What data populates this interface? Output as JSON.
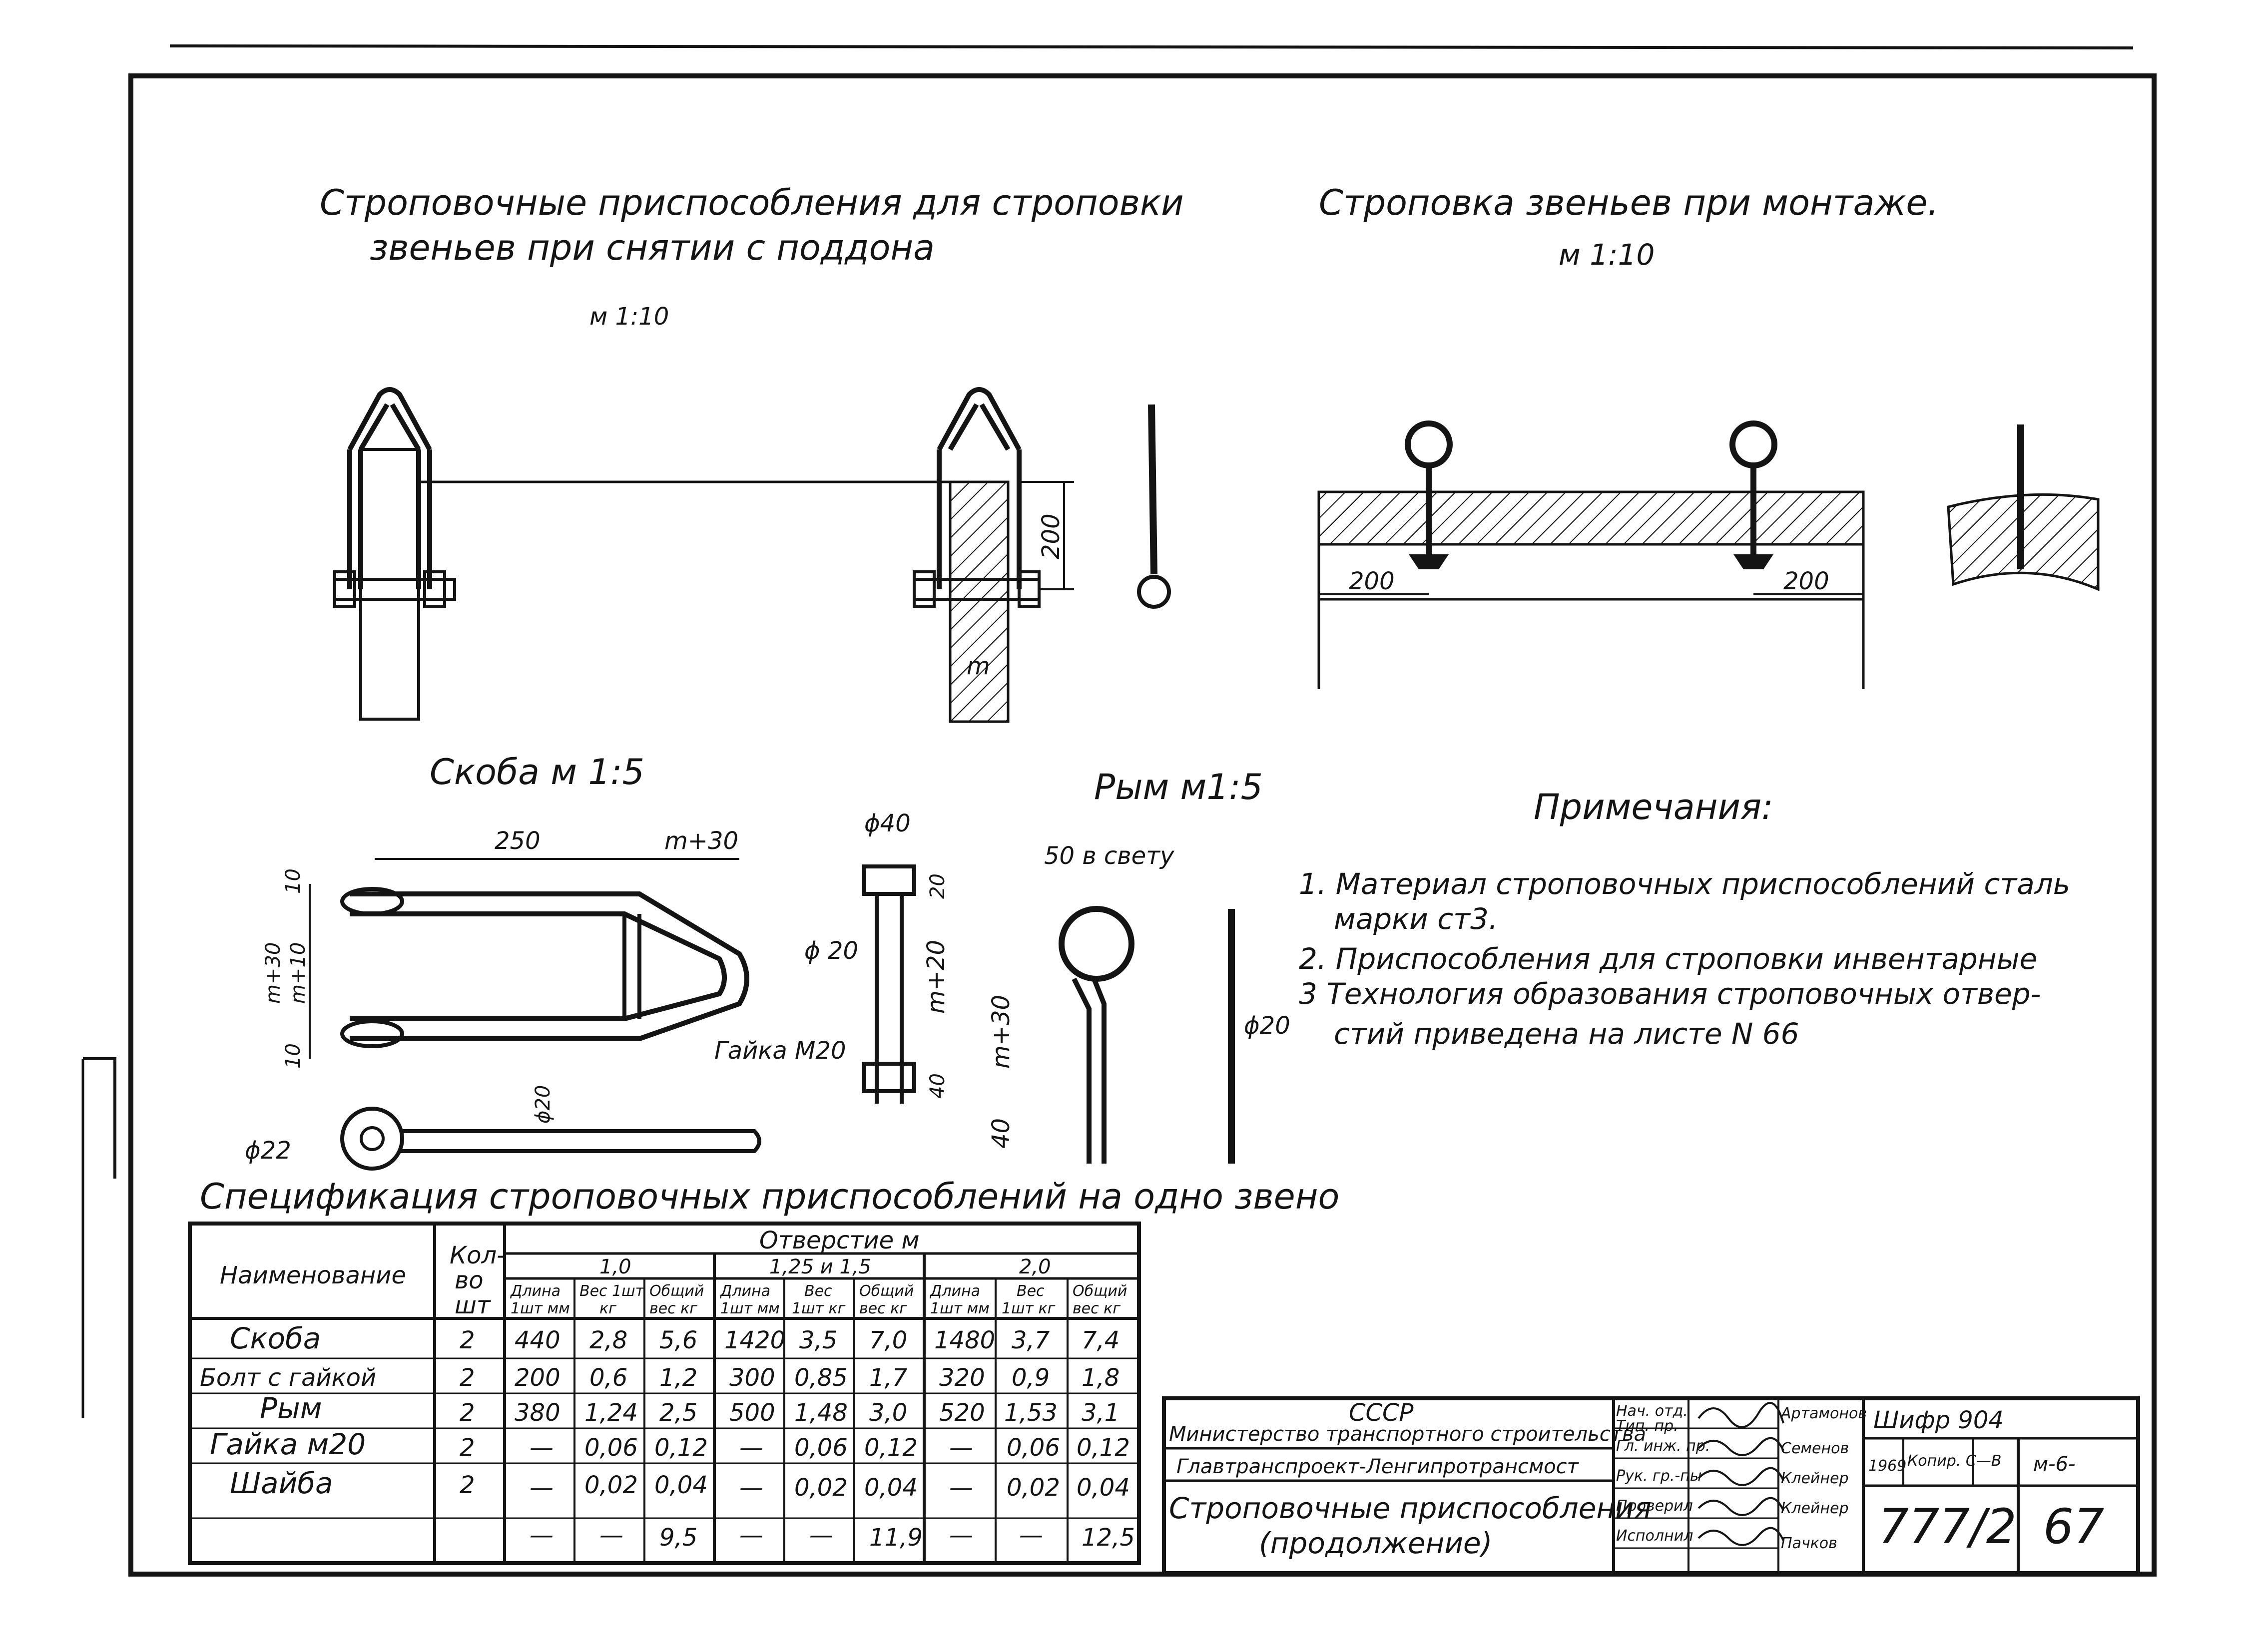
{
  "titles": {
    "left_line1": "Строповочные приспособления для строповки",
    "left_line2": "звеньев при снятии с поддона",
    "left_scale": "м 1:10",
    "right_line1": "Строповка звеньев при монтаже.",
    "right_scale": "м 1:10"
  },
  "views": {
    "left_dim": "200",
    "left_m": "m",
    "right_dim_left": "200",
    "right_dim_right": "200"
  },
  "skoba": {
    "title": "Скоба м 1:5",
    "dim_250": "250",
    "dim_m30_top": "m+30",
    "dim_10_top": "10",
    "dim_m30_side": "m+30",
    "dim_m10_side": "m+10",
    "dim_10_bottom": "10",
    "dim_phi20": "ϕ20",
    "dim_phi22": "ϕ22"
  },
  "bolt": {
    "dim_phi40": "ϕ40",
    "dim_20_top": "20",
    "dim_phi20": "ϕ 20",
    "dim_m20": "m+20",
    "nut_label": "Гайка М20",
    "dim_40": "40"
  },
  "rym": {
    "title": "Рым м1:5",
    "clear_label": "50 в свету",
    "dim_m30": "m+30",
    "dim_40": "40",
    "dim_phi20": "ϕ20"
  },
  "notes": {
    "heading": "Примечания:",
    "items": [
      "1. Материал строповочных приспособлений сталь",
      "марки ст3.",
      "2. Приспособления для строповки инвентарные",
      "3 Технология образования строповочных отвер-",
      "стий приведена на листе N 66"
    ]
  },
  "spec": {
    "title": "Спецификация строповочных приспособлений на одно звено",
    "col_name": "Наименование",
    "col_qty": [
      "Кол-",
      "во",
      "шт"
    ],
    "group_header": "Отверстие м",
    "groups": [
      "1,0",
      "1,25 и 1,5",
      "2,0"
    ],
    "sub_headers": [
      [
        "Длина",
        "1шт мм"
      ],
      [
        "Вес 1шт",
        "кг"
      ],
      [
        "Общий",
        "вес кг"
      ],
      [
        "Длина",
        "1шт мм"
      ],
      [
        "Вес",
        "1шт кг"
      ],
      [
        "Общий",
        "вес кг"
      ],
      [
        "Длина",
        "1шт мм"
      ],
      [
        "Вес",
        "1шт кг"
      ],
      [
        "Общий",
        "вес кг"
      ]
    ],
    "rows": [
      {
        "name": "Скоба",
        "qty": "2",
        "v": [
          "440",
          "2,8",
          "5,6",
          "1420",
          "3,5",
          "7,0",
          "1480",
          "3,7",
          "7,4"
        ]
      },
      {
        "name": "Болт с гайкой",
        "qty": "2",
        "v": [
          "200",
          "0,6",
          "1,2",
          "300",
          "0,85",
          "1,7",
          "320",
          "0,9",
          "1,8"
        ]
      },
      {
        "name": "Рым",
        "qty": "2",
        "v": [
          "380",
          "1,24",
          "2,5",
          "500",
          "1,48",
          "3,0",
          "520",
          "1,53",
          "3,1"
        ]
      },
      {
        "name": "Гайка м20",
        "qty": "2",
        "v": [
          "—",
          "0,06",
          "0,12",
          "—",
          "0,06",
          "0,12",
          "—",
          "0,06",
          "0,12"
        ]
      },
      {
        "name": "Шайба",
        "qty": "2",
        "v": [
          "—",
          "0,02",
          "0,04",
          "—",
          "0,02",
          "0,04",
          "—",
          "0,02",
          "0,04"
        ]
      },
      {
        "name": "",
        "qty": "",
        "v": [
          "—",
          "—",
          "9,5",
          "—",
          "—",
          "11,9",
          "—",
          "—",
          "12,5"
        ]
      }
    ]
  },
  "stamp": {
    "org1": "СССР",
    "org2": "Министерство транспортного строительства",
    "org3": "Главтранспроект-Ленгипротрансмост",
    "roles": [
      "Нач. отд.",
      "Тип. пр.",
      "Гл. инж. пр.",
      "Рук. гр.-пы",
      "Проверил",
      "Исполнил"
    ],
    "names": [
      "Артамонов",
      "Семенов",
      "Клейнер",
      "Клейнер",
      "Пачков"
    ],
    "cipher": "Шифр 904",
    "year": "1969",
    "copy": "Копир. С—В",
    "sheet_format": "м-6-",
    "doc_title1": "Строповочные приспособления",
    "doc_title2": "(продолжение)",
    "doc_number": "777/2",
    "sheet_number": "67"
  }
}
